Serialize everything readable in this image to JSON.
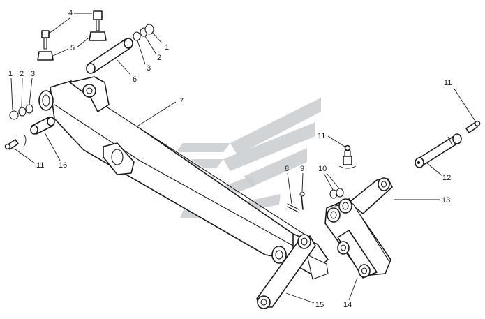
{
  "diagram": {
    "kind": "exploded parts diagram",
    "callouts": [
      "1",
      "2",
      "3",
      "4",
      "5",
      "6",
      "7",
      "8",
      "9",
      "10",
      "11",
      "12",
      "13",
      "14",
      "15",
      "16"
    ],
    "colors": {
      "line": "#1a1a1a",
      "background": "#ffffff",
      "watermark": "#c9cdd0"
    }
  }
}
